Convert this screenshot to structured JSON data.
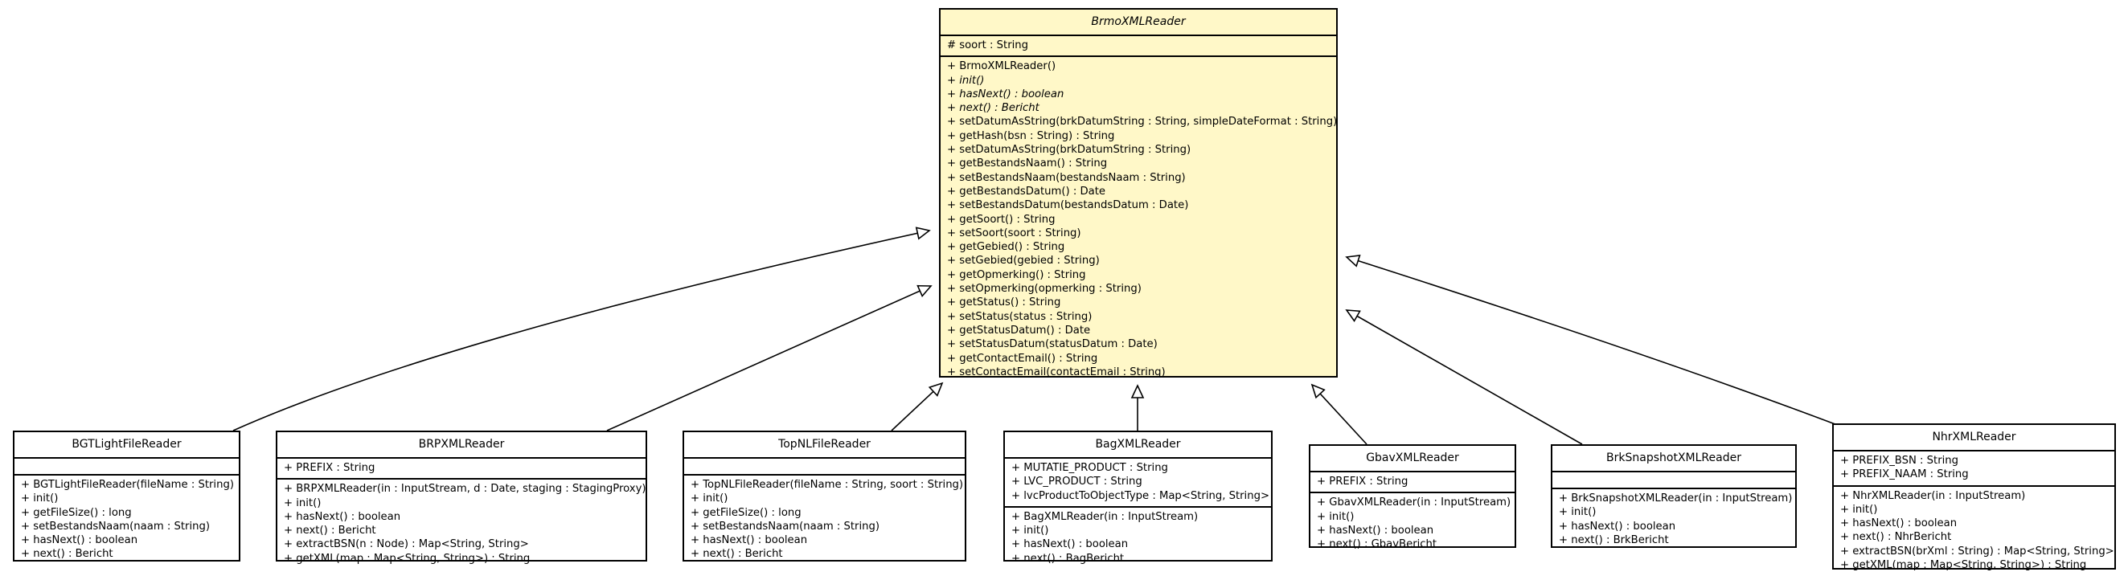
{
  "parent": {
    "name": "BrmoXMLReader",
    "abstract": true,
    "fields": [
      {
        "text": "# soort : String",
        "italic": false
      }
    ],
    "methods": [
      {
        "text": "+ BrmoXMLReader()",
        "italic": false
      },
      {
        "text": "+ init()",
        "italic": true
      },
      {
        "text": "+ hasNext() : boolean",
        "italic": true
      },
      {
        "text": "+ next() : Bericht",
        "italic": true
      },
      {
        "text": "+ setDatumAsString(brkDatumString : String, simpleDateFormat : String)",
        "italic": false
      },
      {
        "text": "+ getHash(bsn : String) : String",
        "italic": false
      },
      {
        "text": "+ setDatumAsString(brkDatumString : String)",
        "italic": false
      },
      {
        "text": "+ getBestandsNaam() : String",
        "italic": false
      },
      {
        "text": "+ setBestandsNaam(bestandsNaam : String)",
        "italic": false
      },
      {
        "text": "+ getBestandsDatum() : Date",
        "italic": false
      },
      {
        "text": "+ setBestandsDatum(bestandsDatum : Date)",
        "italic": false
      },
      {
        "text": "+ getSoort() : String",
        "italic": false
      },
      {
        "text": "+ setSoort(soort : String)",
        "italic": false
      },
      {
        "text": "+ getGebied() : String",
        "italic": false
      },
      {
        "text": "+ setGebied(gebied : String)",
        "italic": false
      },
      {
        "text": "+ getOpmerking() : String",
        "italic": false
      },
      {
        "text": "+ setOpmerking(opmerking : String)",
        "italic": false
      },
      {
        "text": "+ getStatus() : String",
        "italic": false
      },
      {
        "text": "+ setStatus(status : String)",
        "italic": false
      },
      {
        "text": "+ getStatusDatum() : Date",
        "italic": false
      },
      {
        "text": "+ setStatusDatum(statusDatum : Date)",
        "italic": false
      },
      {
        "text": "+ getContactEmail() : String",
        "italic": false
      },
      {
        "text": "+ setContactEmail(contactEmail : String)",
        "italic": false
      }
    ]
  },
  "children": [
    {
      "name": "BGTLightFileReader",
      "fields": [],
      "methods": [
        "+ BGTLightFileReader(fileName : String)",
        "+ init()",
        "+ getFileSize() : long",
        "+ setBestandsNaam(naam : String)",
        "+ hasNext() : boolean",
        "+ next() : Bericht"
      ]
    },
    {
      "name": "BRPXMLReader",
      "fields": [
        "+ PREFIX : String"
      ],
      "methods": [
        "+ BRPXMLReader(in : InputStream, d : Date, staging : StagingProxy)",
        "+ init()",
        "+ hasNext() : boolean",
        "+ next() : Bericht",
        "+ extractBSN(n : Node) : Map<String, String>",
        "+ getXML(map : Map<String, String>) : String"
      ]
    },
    {
      "name": "TopNLFileReader",
      "fields": [],
      "methods": [
        "+ TopNLFileReader(fileName : String, soort : String)",
        "+ init()",
        "+ getFileSize() : long",
        "+ setBestandsNaam(naam : String)",
        "+ hasNext() : boolean",
        "+ next() : Bericht"
      ]
    },
    {
      "name": "BagXMLReader",
      "fields": [
        "+ MUTATIE_PRODUCT : String",
        "+ LVC_PRODUCT : String",
        "+ lvcProductToObjectType : Map<String, String>"
      ],
      "methods": [
        "+ BagXMLReader(in : InputStream)",
        "+ init()",
        "+ hasNext() : boolean",
        "+ next() : BagBericht"
      ]
    },
    {
      "name": "GbavXMLReader",
      "fields": [
        "+ PREFIX : String"
      ],
      "methods": [
        "+ GbavXMLReader(in : InputStream)",
        "+ init()",
        "+ hasNext() : boolean",
        "+ next() : GbavBericht"
      ]
    },
    {
      "name": "BrkSnapshotXMLReader",
      "fields": [],
      "methods": [
        "+ BrkSnapshotXMLReader(in : InputStream)",
        "+ init()",
        "+ hasNext() : boolean",
        "+ next() : BrkBericht"
      ]
    },
    {
      "name": "NhrXMLReader",
      "fields": [
        "+ PREFIX_BSN : String",
        "+ PREFIX_NAAM : String"
      ],
      "methods": [
        "+ NhrXMLReader(in : InputStream)",
        "+ init()",
        "+ hasNext() : boolean",
        "+ next() : NhrBericht",
        "+ extractBSN(brXml : String) : Map<String, String>",
        "+ getXML(map : Map<String, String>) : String"
      ]
    }
  ],
  "colors": {
    "parent_fill": "#fff8c8",
    "child_fill": "#ffffff",
    "line": "#000000"
  }
}
